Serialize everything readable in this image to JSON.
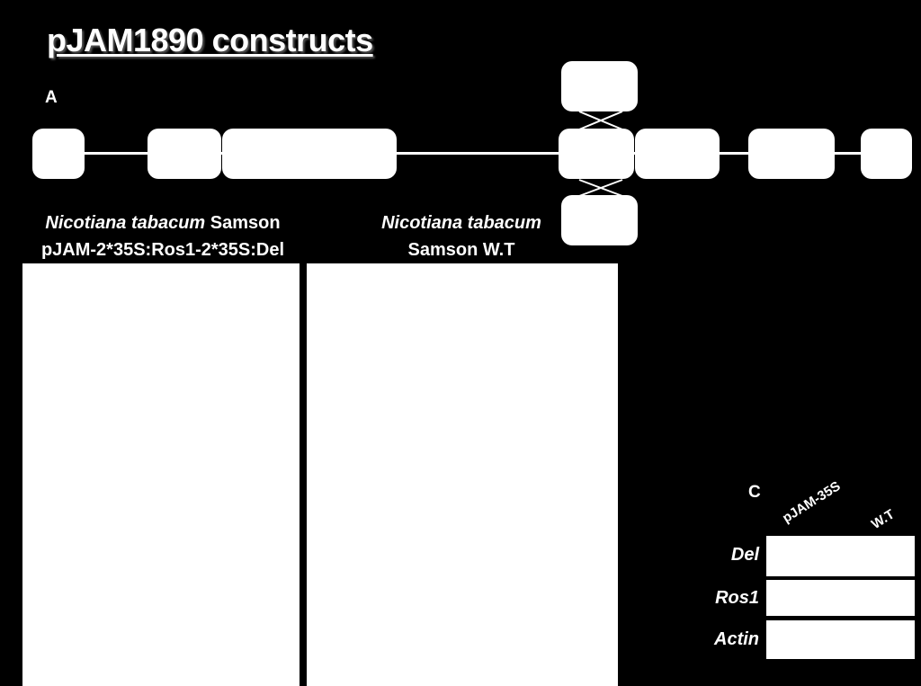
{
  "title": "pJAM1890 constructs",
  "panels": {
    "a": "A",
    "c": "C"
  },
  "captions": {
    "left": {
      "species": "Nicotiana tabacum",
      "cultivar": "Samson",
      "construct": "pJAM-2*35S:Ros1-2*35S:Del"
    },
    "right": {
      "species": "Nicotiana tabacum",
      "line2": "Samson W.T"
    }
  },
  "gel": {
    "lanes": [
      "pJAM-35S",
      "W.T"
    ],
    "rows": [
      "Del",
      "Ros1",
      "Actin"
    ]
  }
}
